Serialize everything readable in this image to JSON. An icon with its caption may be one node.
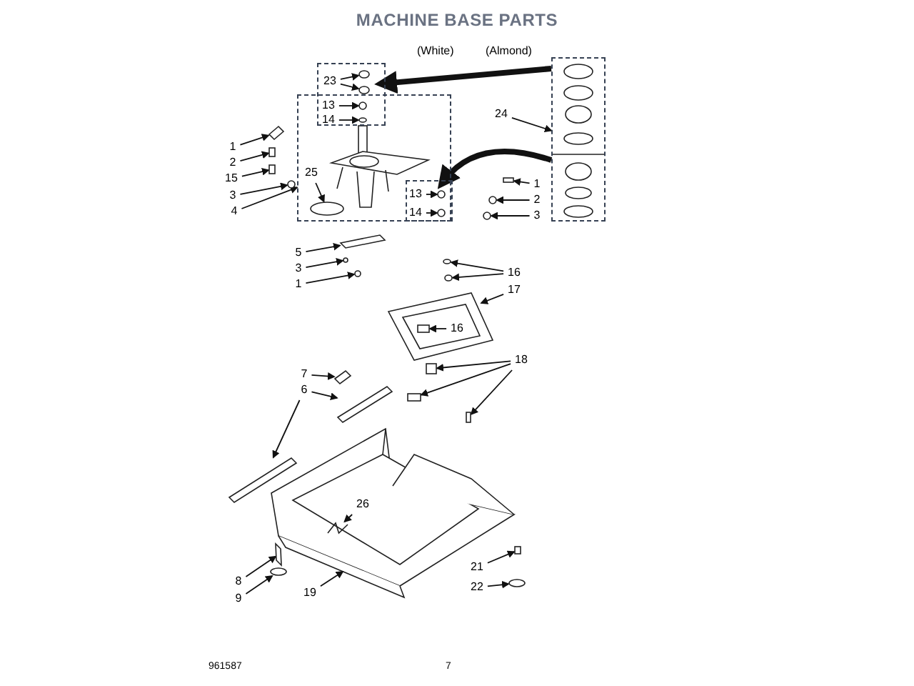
{
  "diagram": {
    "title": "MACHINE BASE PARTS",
    "nodes": [
      {
        "text": [],
        "shape": "box"
      },
      {
        "text": [
          "23"
        ],
        "in": 0
      },
      {
        "text": [
          "13"
        ]
      },
      {
        "text": [
          "14"
        ]
      },
      {
        "text": [],
        "shape": "box"
      },
      {
        "text": [
          "25"
        ],
        "in": 4
      },
      {
        "text": [],
        "shape": "box",
        "in": 4
      },
      {
        "text": [
          "13"
        ],
        "in": 6
      },
      {
        "text": [
          "14"
        ],
        "in": 6
      },
      {
        "text": [],
        "shape": "box"
      },
      {
        "text": [
          "24"
        ]
      },
      {
        "text": [
          "1"
        ]
      },
      {
        "text": [
          "2"
        ]
      },
      {
        "text": [
          "15"
        ]
      },
      {
        "text": [
          "3"
        ]
      },
      {
        "text": [
          "4"
        ]
      },
      {
        "text": [
          "1"
        ]
      },
      {
        "text": [
          "2"
        ]
      },
      {
        "text": [
          "3"
        ]
      },
      {
        "text": [
          "5"
        ]
      },
      {
        "text": [
          "3"
        ]
      },
      {
        "text": [
          "1"
        ]
      },
      {
        "text": [
          "16"
        ]
      },
      {
        "text": [
          "17"
        ]
      },
      {
        "text": [
          "16"
        ]
      },
      {
        "text": [
          "18"
        ]
      },
      {
        "text": [
          "7"
        ]
      },
      {
        "text": [
          "6"
        ]
      },
      {
        "text": [
          "26"
        ]
      },
      {
        "text": [
          "8"
        ]
      },
      {
        "text": [
          "9"
        ]
      },
      {
        "text": [
          "19"
        ]
      },
      {
        "text": [
          "21"
        ]
      },
      {
        "text": [
          "22"
        ]
      },
      {
        "text": [],
        "shape": "circle",
        "in": 0
      },
      {
        "text": [],
        "shape": "circle",
        "in": 0
      },
      {
        "text": [],
        "shape": "circle"
      },
      {
        "text": [],
        "shape": "circle"
      },
      {
        "text": [],
        "shape": "circle",
        "in": 6
      },
      {
        "text": [],
        "shape": "circle",
        "in": 6
      },
      {
        "text": [],
        "shape": "bar"
      },
      {
        "text": [],
        "shape": "box"
      },
      {
        "text": [],
        "shape": "box"
      },
      {
        "text": [],
        "shape": "circle"
      },
      {
        "text": [],
        "shape": "circle",
        "in": 4
      },
      {
        "text": [],
        "shape": "box"
      },
      {
        "text": [],
        "shape": "circle"
      },
      {
        "text": [],
        "shape": "circle"
      },
      {
        "text": [],
        "shape": "bar"
      },
      {
        "text": [],
        "shape": "circle"
      },
      {
        "text": [],
        "shape": "circle"
      },
      {
        "text": [],
        "shape": "circle"
      },
      {
        "text": [],
        "shape": "circle"
      },
      {
        "text": [],
        "shape": "box"
      },
      {
        "text": [],
        "shape": "box"
      },
      {
        "text": [],
        "shape": "box"
      },
      {
        "text": [],
        "shape": "box"
      },
      {
        "text": [],
        "shape": "bar"
      },
      {
        "text": [],
        "shape": "bar"
      },
      {
        "text": [],
        "shape": "bar"
      },
      {
        "text": [],
        "shape": "picture"
      },
      {
        "text": [],
        "shape": "bar"
      },
      {
        "text": [],
        "shape": "circle"
      },
      {
        "text": [],
        "shape": "box"
      },
      {
        "text": [],
        "shape": "circle"
      }
    ],
    "edges": [
      {
        "from": 1,
        "to": 34,
        "arrow": "to"
      },
      {
        "from": 1,
        "to": 35,
        "arrow": "to"
      },
      {
        "from": 2,
        "to": 36,
        "arrow": "to"
      },
      {
        "from": 3,
        "to": 37,
        "arrow": "to"
      },
      {
        "from": 7,
        "to": 38,
        "arrow": "to"
      },
      {
        "from": 8,
        "to": 39,
        "arrow": "to"
      },
      {
        "from": 10,
        "to": 9,
        "arrow": "to"
      },
      {
        "from": 9,
        "to": 0,
        "arrow": "to",
        "style": "thick"
      },
      {
        "from": 9,
        "to": 6,
        "arrow": "to",
        "style": "thick"
      },
      {
        "from": 11,
        "to": 40,
        "arrow": "to"
      },
      {
        "from": 12,
        "to": 41,
        "arrow": "to"
      },
      {
        "from": 13,
        "to": 42,
        "arrow": "to"
      },
      {
        "from": 14,
        "to": 43,
        "arrow": "to"
      },
      {
        "from": 15,
        "to": 4,
        "arrow": "to"
      },
      {
        "from": 5,
        "to": 44,
        "arrow": "to"
      },
      {
        "from": 16,
        "to": 45,
        "arrow": "to"
      },
      {
        "from": 17,
        "to": 46,
        "arrow": "to"
      },
      {
        "from": 18,
        "to": 47,
        "arrow": "to"
      },
      {
        "from": 19,
        "to": 48,
        "arrow": "to"
      },
      {
        "from": 20,
        "to": 49,
        "arrow": "to"
      },
      {
        "from": 21,
        "to": 50,
        "arrow": "to"
      },
      {
        "from": 22,
        "to": 51,
        "arrow": "to"
      },
      {
        "from": 22,
        "to": 52,
        "arrow": "to"
      },
      {
        "from": 23,
        "to": null,
        "arrow": "to"
      },
      {
        "from": 24,
        "to": 53,
        "arrow": "to"
      },
      {
        "from": 25,
        "to": 54,
        "arrow": "to"
      },
      {
        "from": 25,
        "to": 55,
        "arrow": "to"
      },
      {
        "from": 25,
        "to": 56,
        "arrow": "to"
      },
      {
        "from": 26,
        "to": 57,
        "arrow": "to"
      },
      {
        "from": 27,
        "to": 58,
        "arrow": "to"
      },
      {
        "from": 27,
        "to": 59,
        "arrow": "to"
      },
      {
        "from": 28,
        "to": 60,
        "arrow": "to"
      },
      {
        "from": 29,
        "to": 61,
        "arrow": "to"
      },
      {
        "from": 30,
        "to": 62,
        "arrow": "to"
      },
      {
        "from": 31,
        "to": null,
        "arrow": "to"
      },
      {
        "from": 32,
        "to": 63,
        "arrow": "to"
      },
      {
        "from": 33,
        "to": 64,
        "arrow": "to"
      }
    ],
    "labels": [
      "(White)",
      "(Almond)",
      "961587",
      "7"
    ]
  }
}
